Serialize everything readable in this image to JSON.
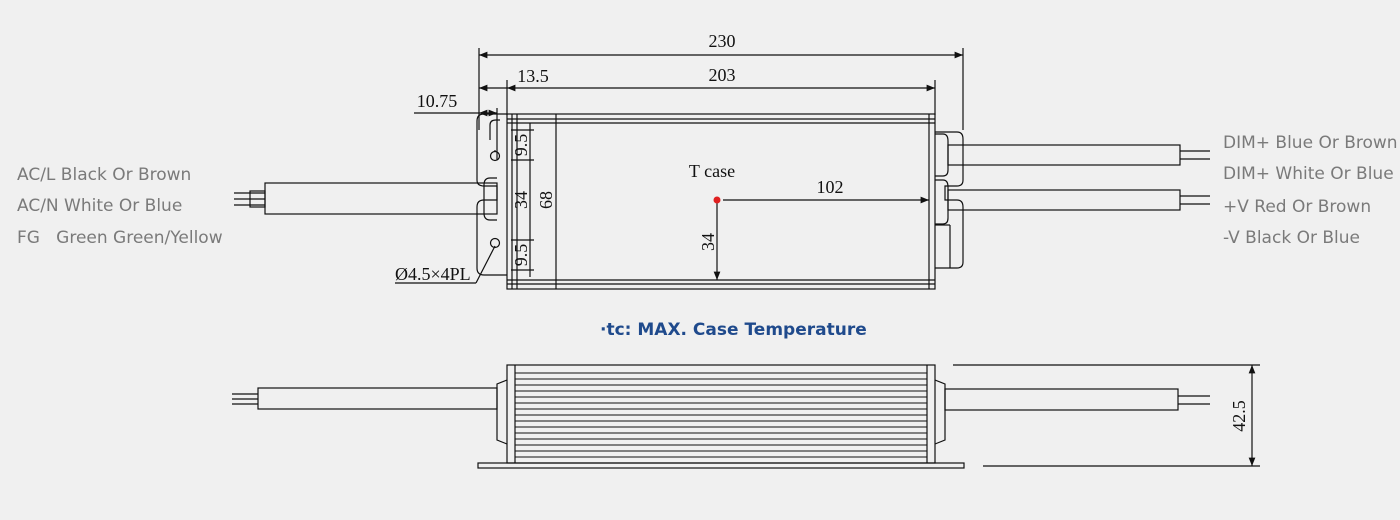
{
  "left_wires": [
    {
      "label": "AC/L Black Or Brown"
    },
    {
      "label": "AC/N White Or Blue"
    },
    {
      "label": "FG   Green Green/Yellow"
    }
  ],
  "right_wires": [
    {
      "label": "DIM+ Blue Or Brown"
    },
    {
      "label": "DIM+ White Or Blue"
    },
    {
      "label": "+V Red Or Brown"
    },
    {
      "label": "-V Black Or Blue"
    }
  ],
  "dimensions": {
    "overall_length": "230",
    "body_length": "203",
    "flange_offset": "13.5",
    "hole_offset": "10.75",
    "hole_pitch_top": "9.5",
    "hole_pitch_bottom": "9.5",
    "hole_spacing": "34",
    "body_width": "68",
    "tc_x": "102",
    "tc_y": "34",
    "height": "42.5",
    "mount_holes": "Ø4.5×4PL"
  },
  "tc_point_label": "T case",
  "caption": "·tc: MAX. Case Temperature",
  "colors": {
    "tc_dot": "#e02020",
    "caption": "#1f4a8c",
    "label": "#7a7a7a",
    "line": "#111111"
  }
}
